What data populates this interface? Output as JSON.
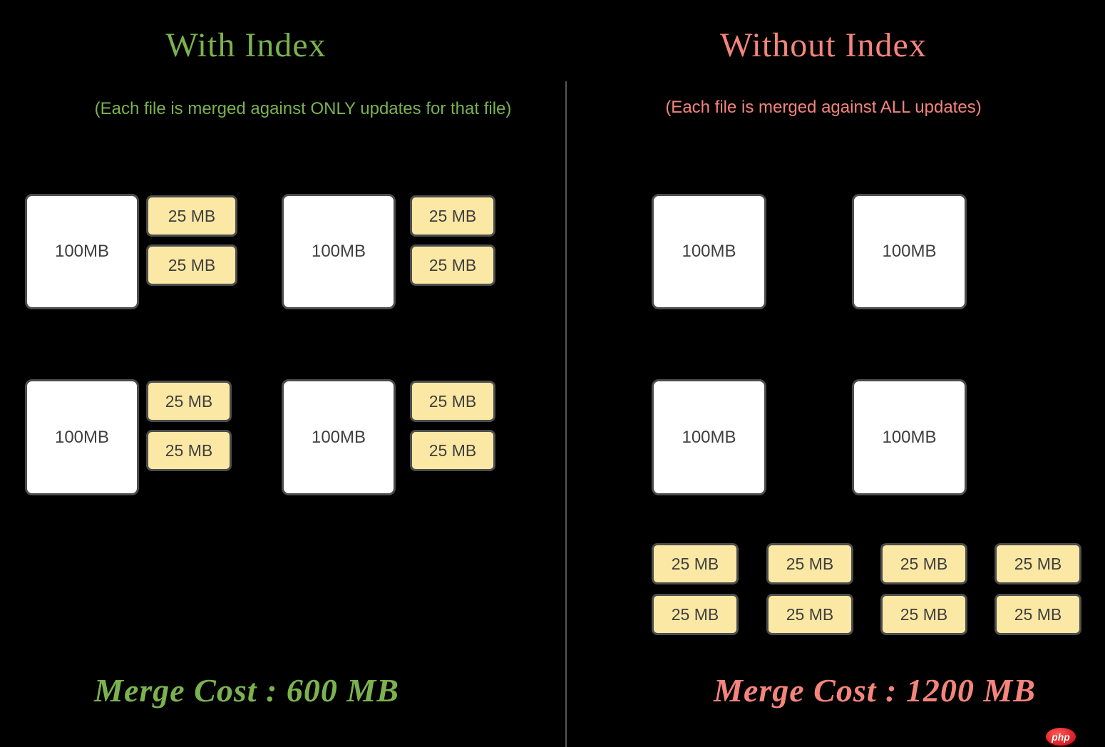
{
  "left_panel": {
    "title": "With Index",
    "subtitle": "(Each file is merged against ONLY updates for that file)",
    "merge_cost": "Merge Cost : 600 MB",
    "groups": [
      {
        "file": "100MB",
        "updates": [
          "25 MB",
          "25 MB"
        ]
      },
      {
        "file": "100MB",
        "updates": [
          "25 MB",
          "25 MB"
        ]
      },
      {
        "file": "100MB",
        "updates": [
          "25 MB",
          "25 MB"
        ]
      },
      {
        "file": "100MB",
        "updates": [
          "25 MB",
          "25 MB"
        ]
      }
    ]
  },
  "right_panel": {
    "title": "Without Index",
    "subtitle": "(Each file is merged against ALL updates)",
    "merge_cost": "Merge Cost : 1200 MB",
    "files": [
      "100MB",
      "100MB",
      "100MB",
      "100MB"
    ],
    "updates": [
      "25 MB",
      "25 MB",
      "25 MB",
      "25 MB",
      "25 MB",
      "25 MB",
      "25 MB",
      "25 MB"
    ]
  },
  "watermark": {
    "text": "php"
  },
  "colors": {
    "background": "#000000",
    "with_index_green": "#7BB24E",
    "without_index_salmon": "#F5847C",
    "file_box_fill": "#FFFFFF",
    "update_box_fill": "#FBE8A4",
    "box_border": "#4D4D4D",
    "box_text": "#3F3F3F",
    "divider": "#565656",
    "watermark_red": "#E3282E"
  }
}
